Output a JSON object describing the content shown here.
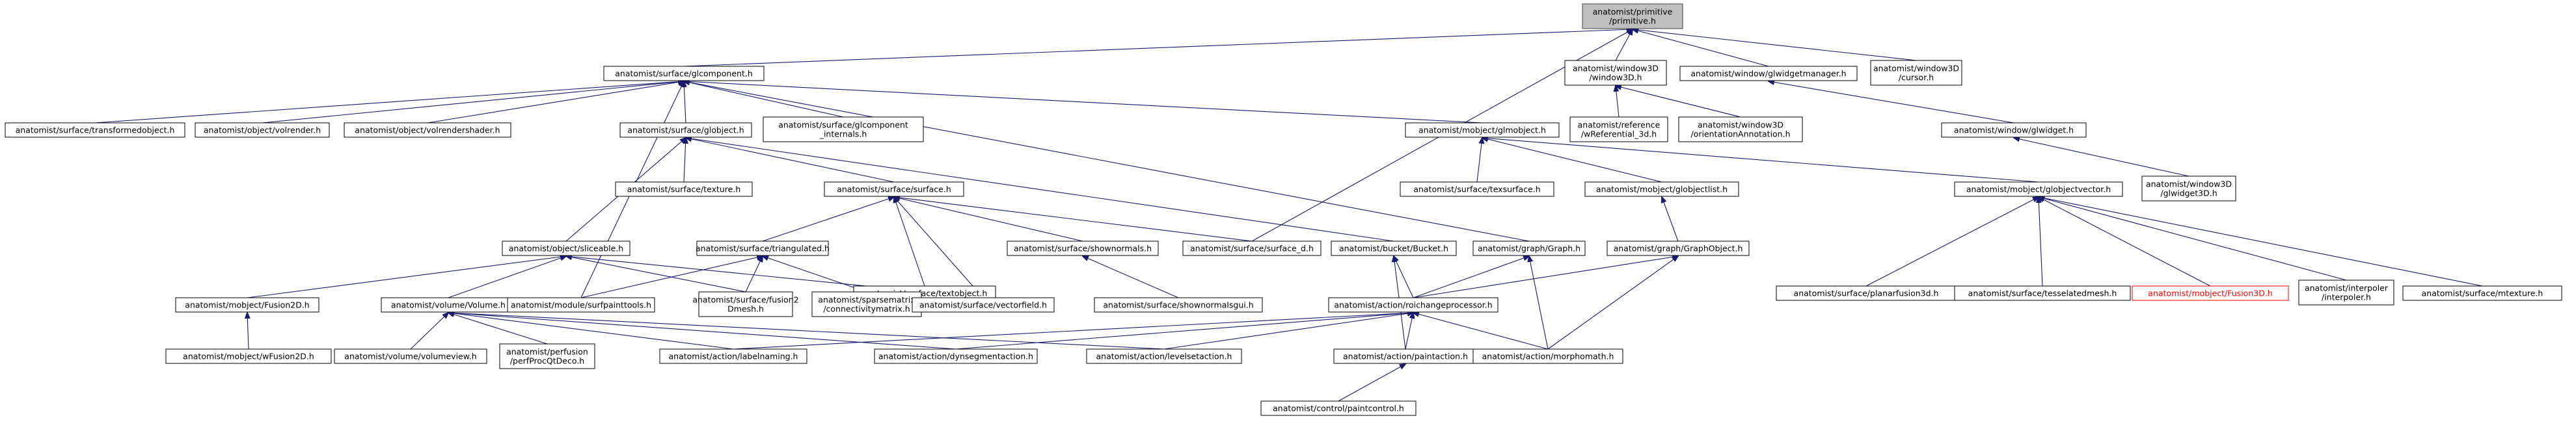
{
  "colors": {
    "edge": "#191970",
    "node_border": "#000000",
    "node_fill": "#ffffff",
    "root_fill": "#bfbfbf",
    "root_border": "#404040",
    "unresolved_border": "#ff0000",
    "unresolved_text": "#ff0000"
  },
  "nodes": {
    "primitive": {
      "lines": [
        "anatomist/primitive",
        "/primitive.h"
      ],
      "root": true
    },
    "glcomponent": {
      "lines": [
        "anatomist/surface/glcomponent.h"
      ]
    },
    "window3d": {
      "lines": [
        "anatomist/window3D",
        "/window3D.h"
      ]
    },
    "glwidgetmanager": {
      "lines": [
        "anatomist/window/glwidgetmanager.h"
      ]
    },
    "cursor": {
      "lines": [
        "anatomist/window3D",
        "/cursor.h"
      ]
    },
    "transformedobject": {
      "lines": [
        "anatomist/surface/transformedobject.h"
      ]
    },
    "volrender": {
      "lines": [
        "anatomist/object/volrender.h"
      ]
    },
    "volrendershader": {
      "lines": [
        "anatomist/object/volrendershader.h"
      ]
    },
    "globject": {
      "lines": [
        "anatomist/surface/globject.h"
      ]
    },
    "glcomponent_internals": {
      "lines": [
        "anatomist/surface/glcomponent",
        "_internals.h"
      ]
    },
    "glmobject": {
      "lines": [
        "anatomist/mobject/glmobject.h"
      ]
    },
    "wreferential": {
      "lines": [
        "anatomist/reference",
        "/wReferential_3d.h"
      ]
    },
    "orientationannotation": {
      "lines": [
        "anatomist/window3D",
        "/orientationAnnotation.h"
      ]
    },
    "glwidget": {
      "lines": [
        "anatomist/window/glwidget.h"
      ]
    },
    "glwidget3d": {
      "lines": [
        "anatomist/window3D",
        "/glwidget3D.h"
      ]
    },
    "texture": {
      "lines": [
        "anatomist/surface/texture.h"
      ]
    },
    "surface": {
      "lines": [
        "anatomist/surface/surface.h"
      ]
    },
    "texsurface": {
      "lines": [
        "anatomist/surface/texsurface.h"
      ]
    },
    "globjectlist": {
      "lines": [
        "anatomist/mobject/globjectlist.h"
      ]
    },
    "globjectvector": {
      "lines": [
        "anatomist/mobject/globjectvector.h"
      ]
    },
    "sliceable": {
      "lines": [
        "anatomist/object/sliceable.h"
      ]
    },
    "triangulated": {
      "lines": [
        "anatomist/surface/triangulated.h"
      ]
    },
    "textobject": {
      "lines": [
        "anatomist/surface/textobject.h"
      ]
    },
    "shownormals": {
      "lines": [
        "anatomist/surface/shownormals.h"
      ]
    },
    "surface_d": {
      "lines": [
        "anatomist/surface/surface_d.h"
      ]
    },
    "bucket": {
      "lines": [
        "anatomist/bucket/Bucket.h"
      ]
    },
    "graph": {
      "lines": [
        "anatomist/graph/Graph.h"
      ]
    },
    "graphobject": {
      "lines": [
        "anatomist/graph/GraphObject.h"
      ]
    },
    "planarfusion3d": {
      "lines": [
        "anatomist/surface/planarfusion3d.h"
      ]
    },
    "tesselatedmesh": {
      "lines": [
        "anatomist/surface/tesselatedmesh.h"
      ]
    },
    "fusion3d": {
      "lines": [
        "anatomist/mobject/Fusion3D.h"
      ],
      "unresolved": true
    },
    "interpoler": {
      "lines": [
        "anatomist/interpoler",
        "/interpoler.h"
      ]
    },
    "mtexture": {
      "lines": [
        "anatomist/surface/mtexture.h"
      ]
    },
    "fusion2d": {
      "lines": [
        "anatomist/mobject/Fusion2D.h"
      ]
    },
    "volume": {
      "lines": [
        "anatomist/volume/Volume.h"
      ]
    },
    "surfpainttools": {
      "lines": [
        "anatomist/module/surfpainttools.h"
      ]
    },
    "fusion2dmesh": {
      "lines": [
        "anatomist/surface/fusion2",
        "Dmesh.h"
      ]
    },
    "connectivitymatrix": {
      "lines": [
        "anatomist/sparsematrix",
        "/connectivitymatrix.h"
      ]
    },
    "vectorfield": {
      "lines": [
        "anatomist/surface/vectorfield.h"
      ]
    },
    "shownormalsgui": {
      "lines": [
        "anatomist/surface/shownormalsgui.h"
      ]
    },
    "roichangeprocessor": {
      "lines": [
        "anatomist/action/roichangeprocessor.h"
      ]
    },
    "wfusion2d": {
      "lines": [
        "anatomist/mobject/wFusion2D.h"
      ]
    },
    "volumeview": {
      "lines": [
        "anatomist/volume/volumeview.h"
      ]
    },
    "perfprocqtdeco": {
      "lines": [
        "anatomist/perfusion",
        "/perfProcQtDeco.h"
      ]
    },
    "labelnaming": {
      "lines": [
        "anatomist/action/labelnaming.h"
      ]
    },
    "dynsegmentaction": {
      "lines": [
        "anatomist/action/dynsegmentaction.h"
      ]
    },
    "levelsetaction": {
      "lines": [
        "anatomist/action/levelsetaction.h"
      ]
    },
    "paintaction": {
      "lines": [
        "anatomist/action/paintaction.h"
      ]
    },
    "morphomath": {
      "lines": [
        "anatomist/action/morphomath.h"
      ]
    },
    "paintcontrol": {
      "lines": [
        "anatomist/control/paintcontrol.h"
      ]
    }
  },
  "edges": [
    [
      "primitive",
      "glcomponent"
    ],
    [
      "primitive",
      "window3d"
    ],
    [
      "primitive",
      "glwidgetmanager"
    ],
    [
      "primitive",
      "cursor"
    ],
    [
      "primitive",
      "surface_d"
    ],
    [
      "glcomponent",
      "transformedobject"
    ],
    [
      "glcomponent",
      "volrender"
    ],
    [
      "glcomponent",
      "volrendershader"
    ],
    [
      "glcomponent",
      "globject"
    ],
    [
      "glcomponent",
      "glcomponent_internals"
    ],
    [
      "glcomponent",
      "glmobject"
    ],
    [
      "glcomponent",
      "surfpainttools"
    ],
    [
      "glcomponent",
      "graph"
    ],
    [
      "window3d",
      "wreferential"
    ],
    [
      "window3d",
      "orientationannotation"
    ],
    [
      "glwidgetmanager",
      "glwidget"
    ],
    [
      "glwidget",
      "glwidget3d"
    ],
    [
      "globject",
      "sliceable"
    ],
    [
      "globject",
      "texture"
    ],
    [
      "globject",
      "surface"
    ],
    [
      "globject",
      "bucket"
    ],
    [
      "glmobject",
      "texsurface"
    ],
    [
      "glmobject",
      "globjectlist"
    ],
    [
      "glmobject",
      "globjectvector"
    ],
    [
      "surface",
      "triangulated"
    ],
    [
      "surface",
      "textobject"
    ],
    [
      "surface",
      "shownormals"
    ],
    [
      "surface",
      "surface_d"
    ],
    [
      "surface",
      "vectorfield"
    ],
    [
      "globjectlist",
      "graphobject"
    ],
    [
      "globjectvector",
      "planarfusion3d"
    ],
    [
      "globjectvector",
      "tesselatedmesh"
    ],
    [
      "globjectvector",
      "fusion3d"
    ],
    [
      "globjectvector",
      "interpoler"
    ],
    [
      "globjectvector",
      "mtexture"
    ],
    [
      "sliceable",
      "fusion2d"
    ],
    [
      "sliceable",
      "volume"
    ],
    [
      "sliceable",
      "fusion2dmesh"
    ],
    [
      "sliceable",
      "vectorfield"
    ],
    [
      "triangulated",
      "surfpainttools"
    ],
    [
      "triangulated",
      "fusion2dmesh"
    ],
    [
      "triangulated",
      "connectivitymatrix"
    ],
    [
      "shownormals",
      "shownormalsgui"
    ],
    [
      "bucket",
      "roichangeprocessor"
    ],
    [
      "bucket",
      "paintaction"
    ],
    [
      "graph",
      "roichangeprocessor"
    ],
    [
      "graph",
      "morphomath"
    ],
    [
      "graphobject",
      "roichangeprocessor"
    ],
    [
      "graphobject",
      "morphomath"
    ],
    [
      "fusion2d",
      "wfusion2d"
    ],
    [
      "volume",
      "volumeview"
    ],
    [
      "volume",
      "perfprocqtdeco"
    ],
    [
      "volume",
      "labelnaming"
    ],
    [
      "volume",
      "dynsegmentaction"
    ],
    [
      "volume",
      "levelsetaction"
    ],
    [
      "roichangeprocessor",
      "labelnaming"
    ],
    [
      "roichangeprocessor",
      "dynsegmentaction"
    ],
    [
      "roichangeprocessor",
      "levelsetaction"
    ],
    [
      "roichangeprocessor",
      "paintaction"
    ],
    [
      "roichangeprocessor",
      "morphomath"
    ],
    [
      "paintaction",
      "paintcontrol"
    ]
  ]
}
